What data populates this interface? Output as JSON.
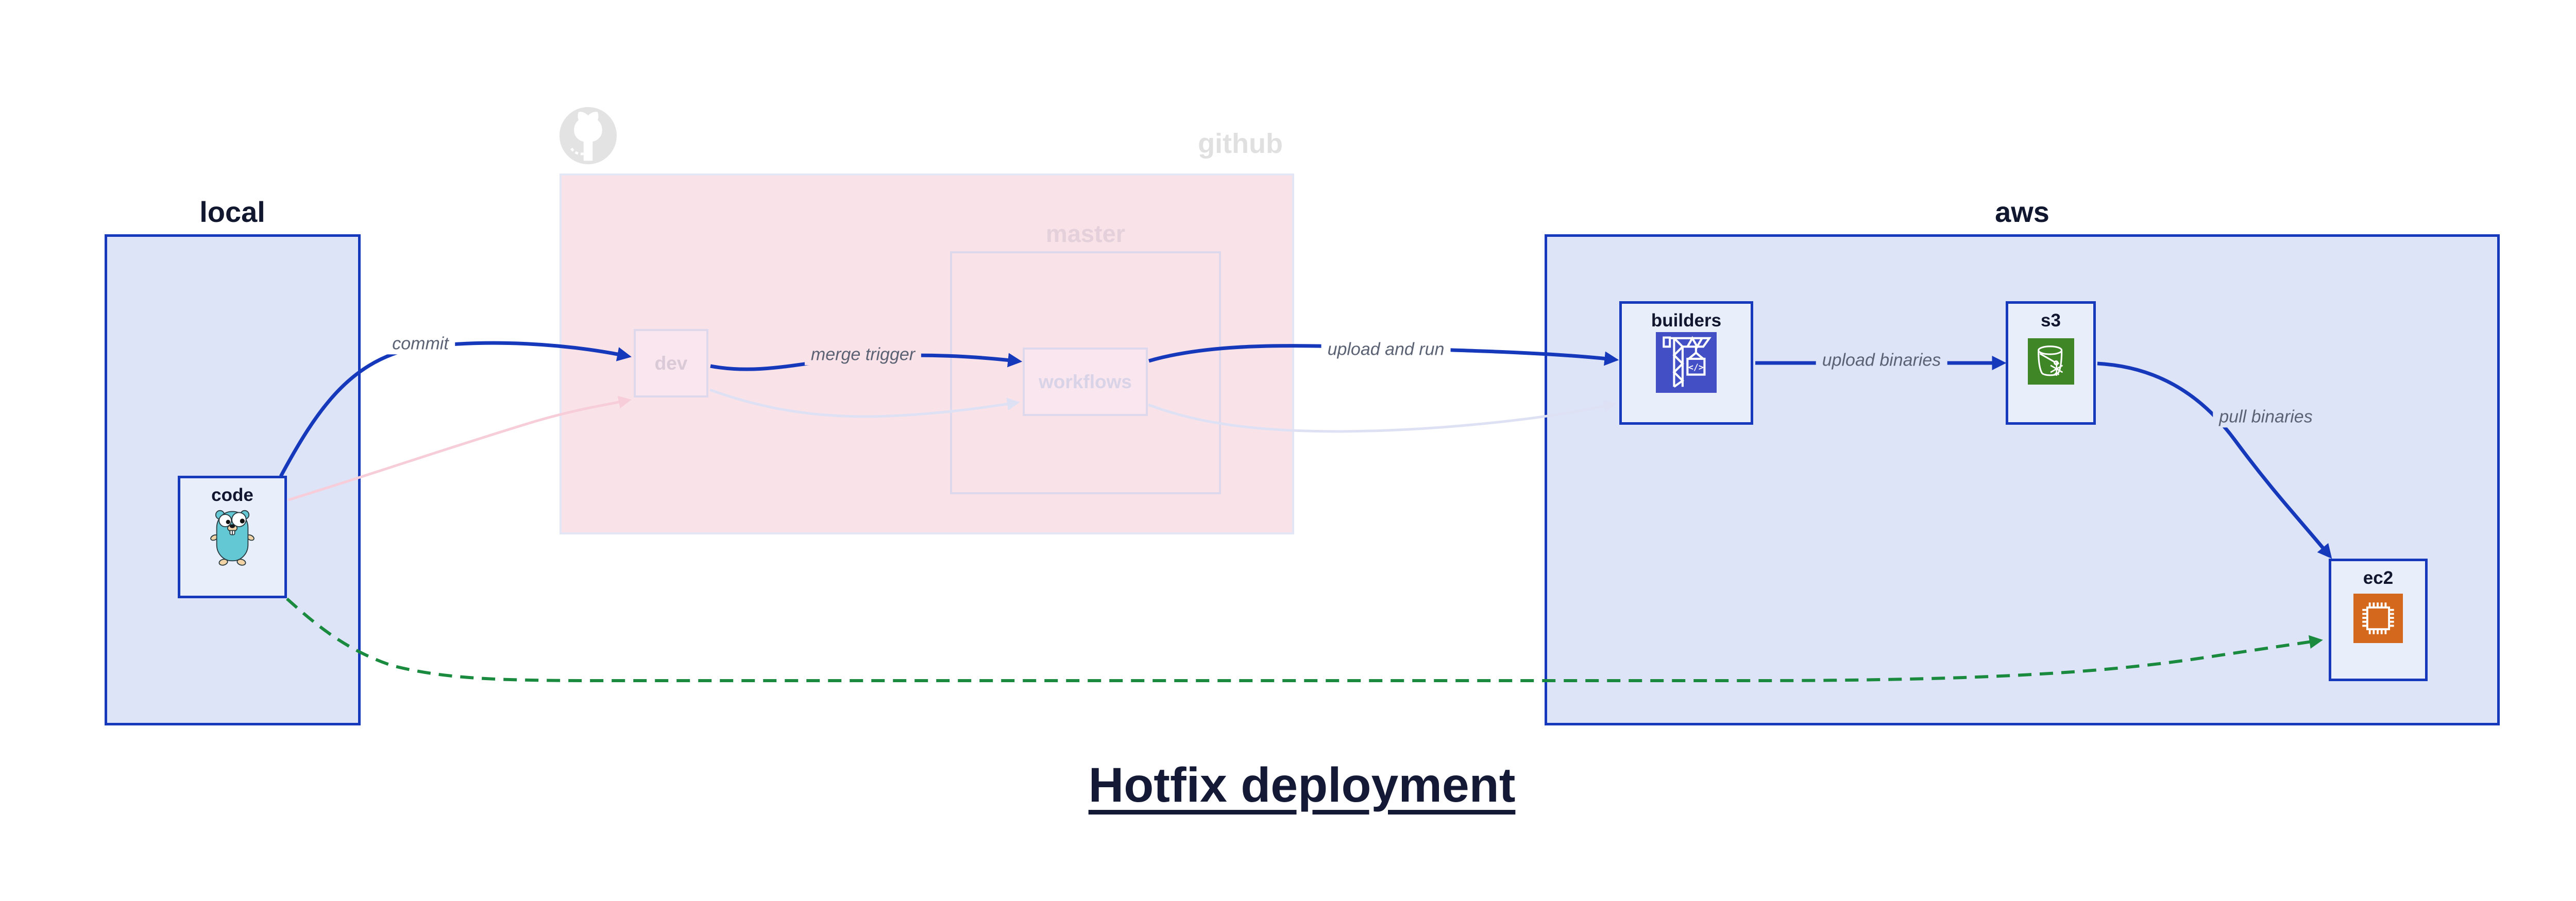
{
  "title": "Hotfix deployment",
  "groups": {
    "local": {
      "label": "local"
    },
    "github": {
      "label": "github",
      "master": {
        "label": "master"
      }
    },
    "aws": {
      "label": "aws"
    }
  },
  "nodes": {
    "code": {
      "label": "code",
      "icon": "go-gopher-icon"
    },
    "dev": {
      "label": "dev"
    },
    "workflows": {
      "label": "workflows"
    },
    "builders": {
      "label": "builders",
      "icon": "aws-codebuild-crane-icon",
      "icon_color": "#4350c5"
    },
    "s3": {
      "label": "s3",
      "icon": "s3-bucket-snowflake-icon",
      "icon_color": "#3e8626"
    },
    "ec2": {
      "label": "ec2",
      "icon": "ec2-chip-icon",
      "icon_color": "#d4691d"
    }
  },
  "edges": [
    {
      "id": "commit",
      "label": "commit",
      "from": "code",
      "to": "dev",
      "style": "solid-blue"
    },
    {
      "id": "merge-trigger",
      "label": "merge trigger",
      "from": "dev",
      "to": "workflows",
      "style": "solid-blue"
    },
    {
      "id": "upload-and-run",
      "label": "upload and run",
      "from": "workflows",
      "to": "builders",
      "style": "solid-blue"
    },
    {
      "id": "upload-binaries",
      "label": "upload binaries",
      "from": "builders",
      "to": "s3",
      "style": "solid-blue"
    },
    {
      "id": "pull-binaries",
      "label": "pull binaries",
      "from": "s3",
      "to": "ec2",
      "style": "solid-blue"
    },
    {
      "id": "hotfix-direct",
      "label": "",
      "from": "code",
      "to": "ec2",
      "style": "dashed-green"
    },
    {
      "id": "faded-code-dev",
      "label": "",
      "from": "code",
      "to": "dev",
      "style": "faded-pink"
    },
    {
      "id": "faded-dev-workflows",
      "label": "",
      "from": "dev",
      "to": "workflows",
      "style": "faded-lavender"
    },
    {
      "id": "faded-workflows-builders",
      "label": "",
      "from": "workflows",
      "to": "builders",
      "style": "faded-lavender"
    }
  ],
  "colors": {
    "accent_blue": "#1638bb",
    "container_fill": "#dde4f8",
    "node_fill": "#e9eefb",
    "github_fill": "#f9e2e8",
    "faded_border": "#ddd8ec",
    "hotfix_green": "#1a8a3f",
    "faded_pink_edge": "#f6cdd9",
    "faded_lavender_edge": "#dee1f4",
    "edge_label_gray": "#5b6273",
    "octocat_gray": "#e3e3e3",
    "gopher_teal": "#63c8d4",
    "title_navy": "#141a35"
  }
}
